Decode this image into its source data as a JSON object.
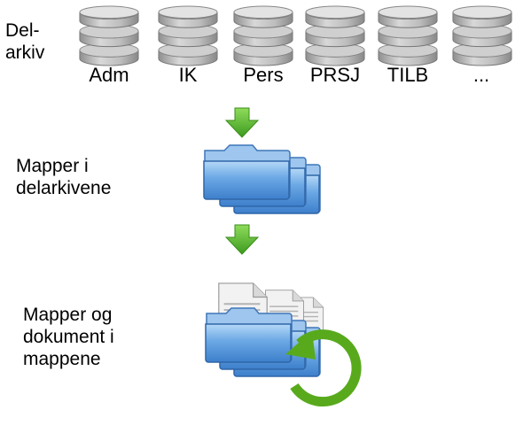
{
  "heading": {
    "line1": "Del-",
    "line2": "arkiv"
  },
  "archives": [
    {
      "label": "Adm"
    },
    {
      "label": "IK"
    },
    {
      "label": "Pers"
    },
    {
      "label": "PRSJ"
    },
    {
      "label": "TILB"
    },
    {
      "label": "..."
    }
  ],
  "steps": [
    {
      "line1": "Mapper i",
      "line2": "delarkivene"
    },
    {
      "line1": "Mapper og",
      "line2": "dokument i",
      "line3": "mappene"
    }
  ],
  "icons": {
    "database": "database-icon",
    "arrow": "down-arrow-icon",
    "folders": "folder-stack-icon",
    "documents": "document-icon",
    "cycle": "circular-arrow-icon"
  },
  "colors": {
    "arrow": "#5cb832",
    "folder": "#4f90d6",
    "cycle": "#58aa1c",
    "database": "#b7b7b7"
  }
}
